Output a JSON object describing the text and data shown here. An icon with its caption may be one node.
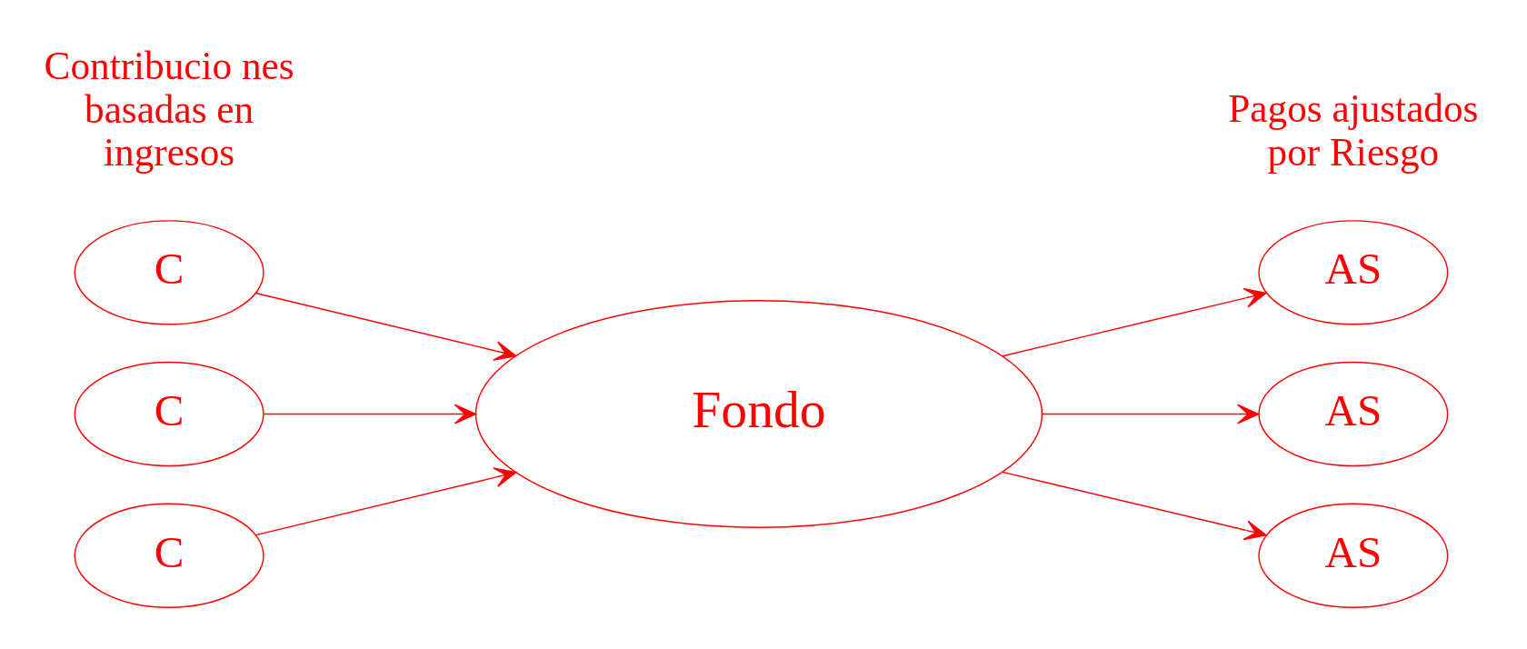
{
  "diagram": {
    "nodes": [
      {
        "text": [
          "C"
        ]
      },
      {
        "text": [
          "C"
        ]
      },
      {
        "text": [
          "C"
        ]
      },
      {
        "text": [
          "Fondo"
        ]
      },
      {
        "text": [
          "AS"
        ]
      },
      {
        "text": [
          "AS"
        ]
      },
      {
        "text": [
          "AS"
        ]
      }
    ],
    "edges": [
      {
        "from": 0,
        "to": 3,
        "arrow": "to"
      },
      {
        "from": 1,
        "to": 3,
        "arrow": "to"
      },
      {
        "from": 2,
        "to": 3,
        "arrow": "to"
      },
      {
        "from": 3,
        "to": 4,
        "arrow": "to"
      },
      {
        "from": 3,
        "to": 5,
        "arrow": "to"
      },
      {
        "from": 3,
        "to": 6,
        "arrow": "to"
      }
    ],
    "labels": [
      "Contribucio nes basadas en ingresos",
      "Pagos ajustados por Riesgo"
    ]
  }
}
